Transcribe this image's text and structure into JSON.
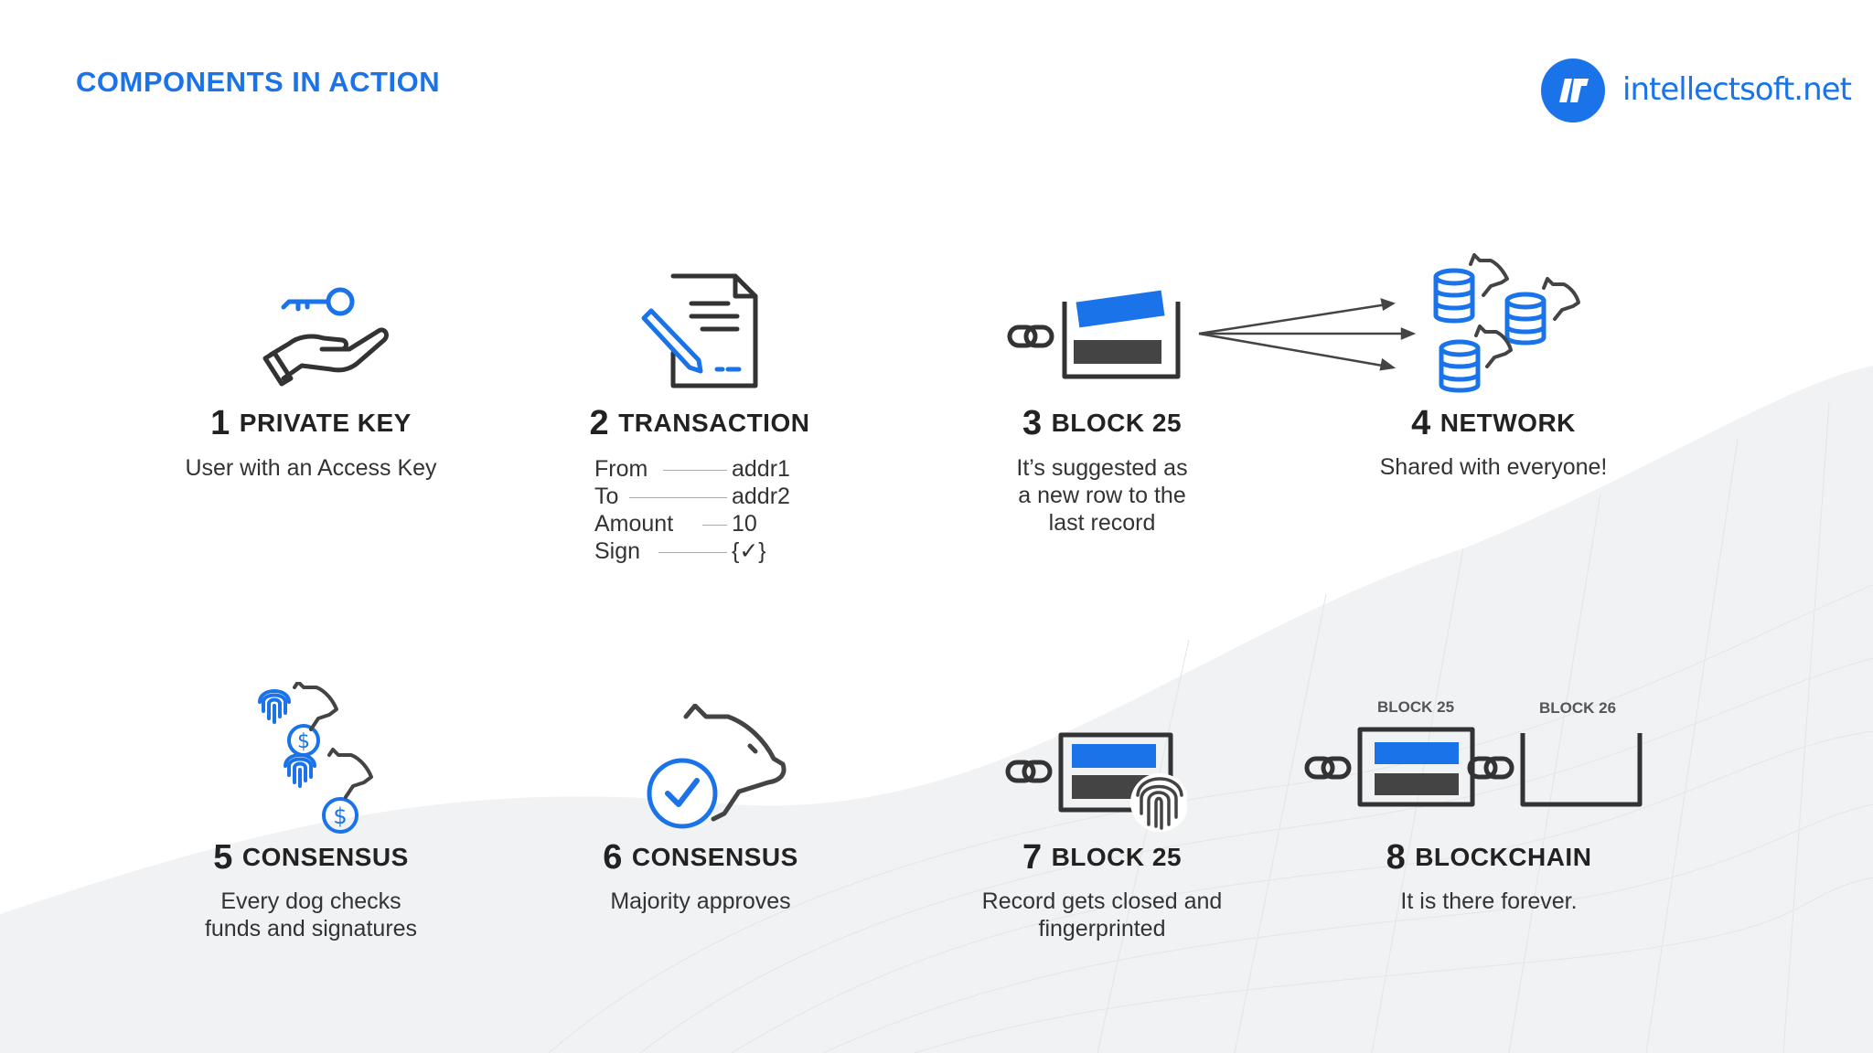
{
  "page": {
    "title": "COMPONENTS IN ACTION"
  },
  "logo": {
    "icon": "intellectsoft-logo-icon",
    "text": "intellectsoft.net",
    "color": "#1a73e8"
  },
  "colors": {
    "accent": "#1a73e8",
    "dark": "#444444",
    "text": "#333333"
  },
  "steps": [
    {
      "num": "1",
      "title": "PRIVATE KEY",
      "desc": [
        "User with an Access Key"
      ],
      "icon": "key-in-hand-icon"
    },
    {
      "num": "2",
      "title": "TRANSACTION",
      "icon": "document-with-pen-icon",
      "fields": [
        {
          "label": "From",
          "value": "addr1"
        },
        {
          "label": "To",
          "value": "addr2"
        },
        {
          "label": "Amount",
          "value": "10"
        },
        {
          "label": "Sign",
          "value": "{✓}"
        }
      ]
    },
    {
      "num": "3",
      "title": "BLOCK 25",
      "desc": [
        "It’s suggested as",
        "a new row to the",
        "last record"
      ],
      "icon": "chained-block-icon"
    },
    {
      "num": "4",
      "title": "NETWORK",
      "desc": [
        "Shared with everyone!"
      ],
      "icon": "database-dogs-icon"
    },
    {
      "num": "5",
      "title": "CONSENSUS",
      "desc": [
        "Every dog checks",
        "funds and signatures"
      ],
      "icon": "fingerprint-dollar-dogs-icon"
    },
    {
      "num": "6",
      "title": "CONSENSUS",
      "desc": [
        "Majority approves"
      ],
      "icon": "dog-check-icon"
    },
    {
      "num": "7",
      "title": "BLOCK 25",
      "desc": [
        "Record gets closed and",
        "fingerprinted"
      ],
      "icon": "block-fingerprint-icon"
    },
    {
      "num": "8",
      "title": "BLOCKCHAIN",
      "desc": [
        "It is there forever."
      ],
      "icon": "blockchain-icon",
      "block_labels": [
        "BLOCK 25",
        "BLOCK 26"
      ]
    }
  ]
}
